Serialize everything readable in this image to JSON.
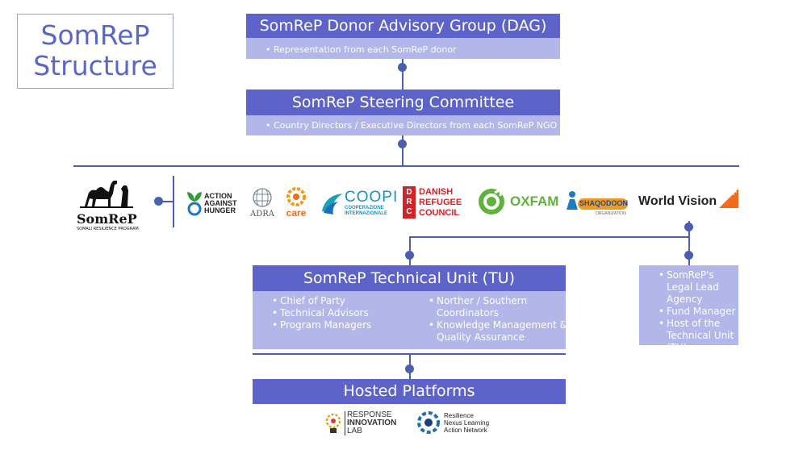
{
  "title": {
    "line1": "SomReP",
    "line2": "Structure"
  },
  "dag": {
    "title": "SomReP Donor Advisory Group (DAG)",
    "bullet": "Representation from each SomReP donor"
  },
  "steering": {
    "title": "SomReP Steering Committee",
    "bullet": "Country Directors / Executive Directors from each SomReP NGO"
  },
  "somrep_logo": {
    "name": "SomReP",
    "tagline": "SOMALI RESILIENCE PROGRAM"
  },
  "partners": {
    "aah": [
      "ACTION",
      "AGAINST",
      "HUNGER"
    ],
    "adra": "ADRA",
    "care": "care",
    "coopi": {
      "name": "COOPI",
      "sub1": "COOPERAZIONE",
      "sub2": "INTERNAZIONALE"
    },
    "drc": {
      "abbr": "DRC",
      "l1": "DANISH",
      "l2": "REFUGEE",
      "l3": "COUNCIL"
    },
    "oxfam": "OXFAM",
    "shaqodoon": {
      "name": "SHAQODOON",
      "sub": "ORGANIZATION"
    },
    "worldvision": "World Vision"
  },
  "tu": {
    "title": "SomReP Technical Unit (TU)",
    "left": [
      "Chief of Party",
      "Technical Advisors",
      "Program Managers"
    ],
    "right": [
      "Norther / Southern Coordinators",
      "Knowledge Management & Quality Assurance"
    ]
  },
  "lead": {
    "items": [
      "SomReP's Legal Lead Agency",
      "Fund Manager",
      "Host of the Technical Unit (TU)"
    ]
  },
  "hosted": {
    "title": "Hosted Platforms"
  },
  "platforms": {
    "ril": [
      "RESPONSE",
      "INNOVATION",
      "LAB"
    ],
    "rnl": [
      "Resilience",
      "Nexus Learning",
      "Action Network"
    ]
  },
  "colors": {
    "bar": "#5d63c9",
    "subbar": "#b3b6e8",
    "line": "#4a5fb0",
    "title": "#5b67c4"
  }
}
